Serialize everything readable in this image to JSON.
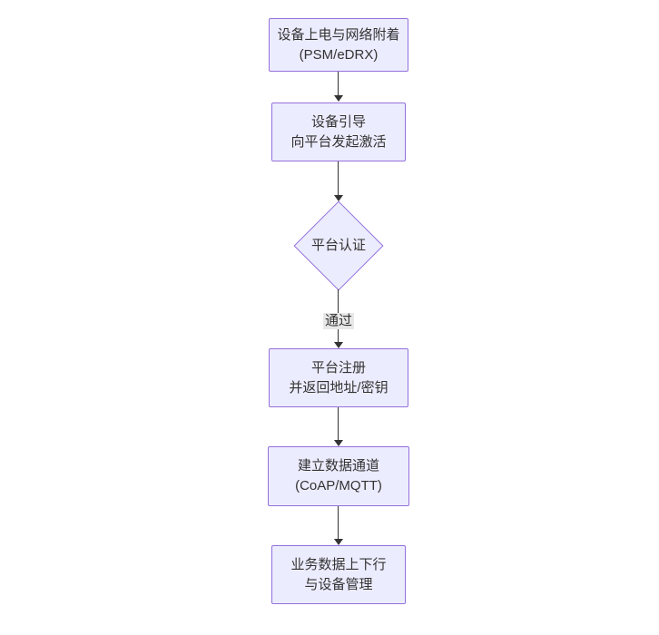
{
  "diagram": {
    "type": "flowchart",
    "direction": "top-down",
    "colors": {
      "background": "#ffffff",
      "node_fill": "#ECECFF",
      "node_border": "#9370DB",
      "text": "#333333",
      "edge": "#333333",
      "edge_label_bg": "#e8e8e8"
    },
    "nodes": [
      {
        "id": "device-power",
        "shape": "rect",
        "lines": [
          "设备上电与网络附着",
          "(PSM/eDRX)"
        ]
      },
      {
        "id": "device-bootstrap",
        "shape": "rect",
        "lines": [
          "设备引导",
          "向平台发起激活"
        ]
      },
      {
        "id": "platform-auth",
        "shape": "diamond",
        "lines": [
          "平台认证"
        ]
      },
      {
        "id": "platform-register",
        "shape": "rect",
        "lines": [
          "平台注册",
          "并返回地址/密钥"
        ]
      },
      {
        "id": "data-channel",
        "shape": "rect",
        "lines": [
          "建立数据通道",
          "(CoAP/MQTT)"
        ]
      },
      {
        "id": "business-data",
        "shape": "rect",
        "lines": [
          "业务数据上下行",
          "与设备管理"
        ]
      }
    ],
    "edges": [
      {
        "from": "device-power",
        "to": "device-bootstrap",
        "label": ""
      },
      {
        "from": "device-bootstrap",
        "to": "platform-auth",
        "label": ""
      },
      {
        "from": "platform-auth",
        "to": "platform-register",
        "label": "通过"
      },
      {
        "from": "platform-register",
        "to": "data-channel",
        "label": ""
      },
      {
        "from": "data-channel",
        "to": "business-data",
        "label": ""
      }
    ]
  }
}
